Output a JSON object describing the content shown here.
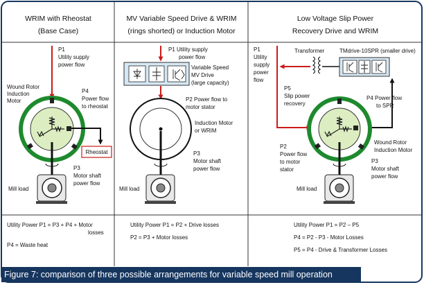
{
  "panels": [
    {
      "header": [
        "WRIM with Rheostat",
        "(Base Case)"
      ],
      "labels": {
        "p1": [
          "P1",
          "Utility supply",
          "power flow"
        ],
        "motor": [
          "Wound Rotor",
          "Induction",
          "Motor"
        ],
        "p4": [
          "P4",
          "Power flow",
          "to rheostat"
        ],
        "rheostat": "Rheostat",
        "p3": [
          "P3",
          "Motor shaft",
          "power  flow"
        ],
        "mill": "Mill load"
      },
      "equations": [
        "Utility Power P1 = P3 + P4 + Motor",
        "losses",
        "P4 = Waste heat"
      ]
    },
    {
      "header": [
        "MV Variable Speed Drive & WRIM",
        "(rings shorted) or Induction Motor"
      ],
      "labels": {
        "p1": [
          "P1 Utility supply",
          "power flow"
        ],
        "drive": [
          "Variable Speed",
          "MV Drive",
          "(large capacity)"
        ],
        "p2": [
          "P2  Power flow to",
          "motor stator"
        ],
        "motor": [
          "Induction Motor",
          "or WRIM"
        ],
        "p3": [
          "P3",
          "Motor shaft",
          "power flow"
        ],
        "mill": "Mill load"
      },
      "equations": [
        "Utility Power P1 = P2  + Drive losses",
        "P2 = P3 + Motor losses"
      ]
    },
    {
      "header": [
        "Low Voltage Slip Power",
        "Recovery Drive and WRIM"
      ],
      "labels": {
        "p1": [
          "P1",
          "Utility",
          "supply",
          "power",
          "flow"
        ],
        "transformer": "Transformer",
        "drive": "TMdrive-10SPR (smaller drive)",
        "p5": [
          "P5",
          "Slip power",
          "recovery"
        ],
        "p4": [
          "P4  Power flow",
          "to SPR"
        ],
        "motor": [
          "Wound Rotor",
          "Induction Motor"
        ],
        "p2": [
          "P2",
          "Power flow",
          "to motor",
          "stator"
        ],
        "p3": [
          "P3",
          "Motor shaft",
          "power  flow"
        ],
        "mill": "Mill load"
      },
      "equations": [
        "Utility Power P1 = P2 – P5",
        "P4 = P2 - P3 - Motor Losses",
        "P5 = P4 - Drive & Transformer Losses"
      ]
    }
  ],
  "caption": "Figure 7: comparison of three possible arrangements for variable speed mill operation",
  "colors": {
    "border": "#16365f",
    "flow_arrow": "#cc1a1a",
    "motor_ring": "#1e8a2e",
    "rotor_fill": "#dcedc1"
  }
}
